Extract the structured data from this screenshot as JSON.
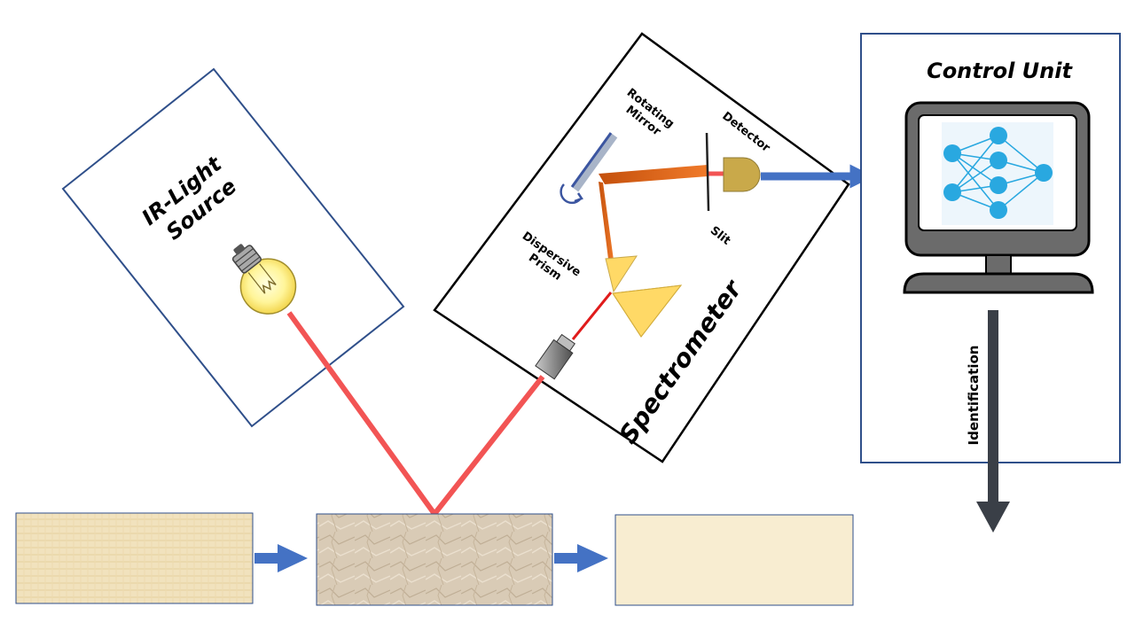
{
  "labels": {
    "ir_light_line1": "IR-Light",
    "ir_light_line2": "Source",
    "spectrometer": "Spectrometer",
    "rotating_line1": "Rotating",
    "rotating_line2": "Mirror",
    "detector": "Detector",
    "slit": "Slit",
    "dispersive_line1": "Dispersive",
    "dispersive_line2": "Prism",
    "control_unit": "Control Unit",
    "identification": "Identification"
  },
  "colors": {
    "box_border_blue": "#2f4f8a",
    "beam_red": "#f25454",
    "arrow_blue": "#4472c4",
    "arrow_dark": "#3a3f47",
    "prism_yellow": "#ffd966",
    "detector_gold": "#c9a94a",
    "node_blue": "#29a8e0"
  },
  "icons": [
    "light-bulb-icon",
    "rotate-arrow-icon",
    "lens-icon",
    "computer-monitor-icon",
    "neural-network-icon"
  ]
}
